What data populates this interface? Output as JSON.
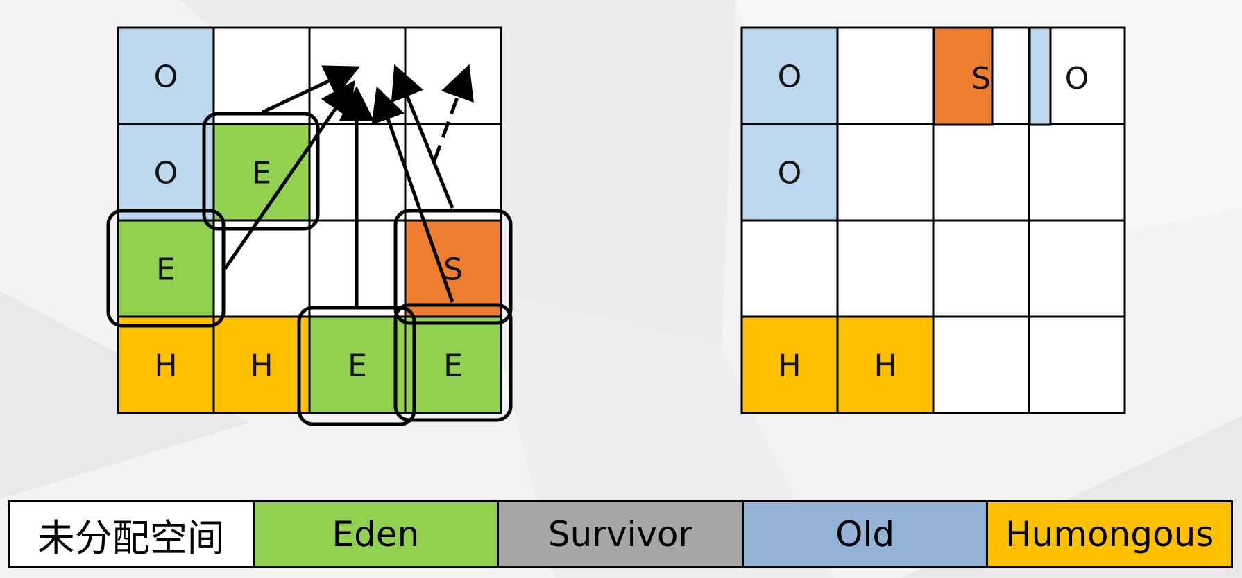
{
  "colors": {
    "unallocated": "#ffffff",
    "eden": "#92d050",
    "survivor_legend": "#a6a6a6",
    "survivor_cell": "#ed7d31",
    "old_legend": "#95b3d7",
    "old_cell": "#bdd7ee",
    "humongous": "#ffc000"
  },
  "left_grid": {
    "rows": [
      [
        "O",
        "",
        "",
        ""
      ],
      [
        "O",
        "E",
        "",
        ""
      ],
      [
        "E",
        "",
        "",
        "S"
      ],
      [
        "H",
        "H",
        "E",
        "E"
      ]
    ]
  },
  "right_grid": {
    "rows": [
      [
        "O",
        "",
        "",
        ""
      ],
      [
        "O",
        "",
        "",
        ""
      ],
      [
        "",
        "",
        "",
        ""
      ],
      [
        "H",
        "H",
        "",
        ""
      ]
    ],
    "split_cell_survivor_label": "S",
    "split_cell_old_label": "O"
  },
  "legend": [
    {
      "label": "未分配空间",
      "color": "#ffffff"
    },
    {
      "label": "Eden",
      "color": "#92d050"
    },
    {
      "label": "Survivor",
      "color": "#a6a6a6"
    },
    {
      "label": "Old",
      "color": "#95b3d7"
    },
    {
      "label": "Humongous",
      "color": "#ffc000"
    }
  ]
}
